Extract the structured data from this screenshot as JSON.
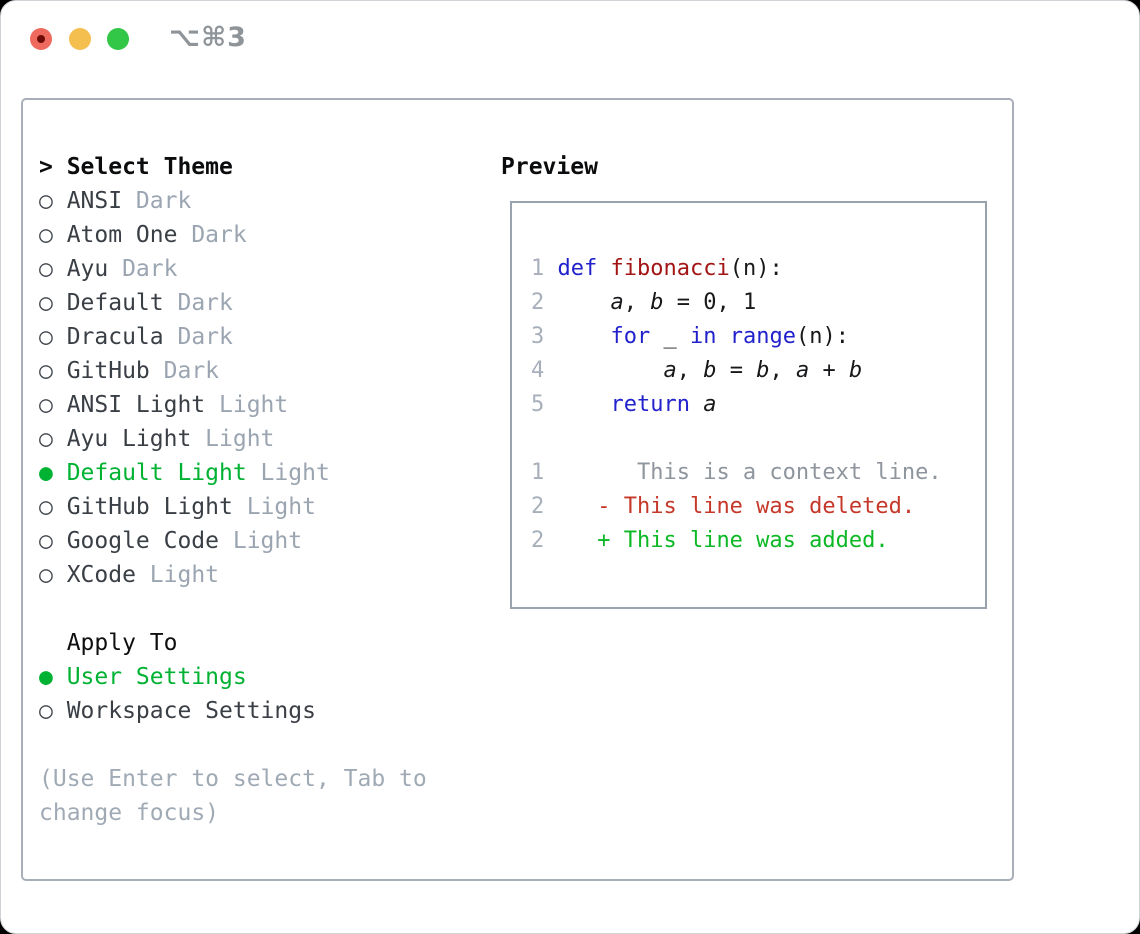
{
  "window": {
    "title": "⌥⌘3",
    "traffic_lights": [
      {
        "name": "close",
        "color": "#ee6a5f",
        "has_dot": true
      },
      {
        "name": "minimize",
        "color": "#f5bf4f",
        "has_dot": false
      },
      {
        "name": "zoom",
        "color": "#33c748",
        "has_dot": false
      }
    ]
  },
  "colors": {
    "selection_green": "#00b232",
    "diff_added_green": "#0cb825",
    "diff_deleted_red": "#c5382a",
    "keyword_blue": "#2222cc",
    "function_dark_red": "#a31515",
    "muted_gray": "#9ba5b1"
  },
  "theme_list": {
    "header_prefix": ">",
    "header": "Select Theme",
    "items": [
      {
        "name": "ANSI",
        "variant": "Dark",
        "selected": false
      },
      {
        "name": "Atom One",
        "variant": "Dark",
        "selected": false
      },
      {
        "name": "Ayu",
        "variant": "Dark",
        "selected": false
      },
      {
        "name": "Default",
        "variant": "Dark",
        "selected": false
      },
      {
        "name": "Dracula",
        "variant": "Dark",
        "selected": false
      },
      {
        "name": "GitHub",
        "variant": "Dark",
        "selected": false
      },
      {
        "name": "ANSI Light",
        "variant": "Light",
        "selected": false
      },
      {
        "name": "Ayu Light",
        "variant": "Light",
        "selected": false
      },
      {
        "name": "Default Light",
        "variant": "Light",
        "selected": true
      },
      {
        "name": "GitHub Light",
        "variant": "Light",
        "selected": false
      },
      {
        "name": "Google Code",
        "variant": "Light",
        "selected": false
      },
      {
        "name": "XCode",
        "variant": "Light",
        "selected": false
      }
    ]
  },
  "apply_to": {
    "header": "Apply To",
    "items": [
      {
        "label": "User Settings",
        "selected": true
      },
      {
        "label": "Workspace Settings",
        "selected": false
      }
    ]
  },
  "footer_hint": "(Use Enter to select, Tab to\nchange focus)",
  "preview": {
    "title": "Preview",
    "lines": [
      {
        "num": "1",
        "kind": "code",
        "segments": [
          [
            "kw",
            "def"
          ],
          [
            "pl",
            " "
          ],
          [
            "fn",
            "fibonacci"
          ],
          [
            "pl",
            "(n):"
          ]
        ]
      },
      {
        "num": "2",
        "kind": "code",
        "segments": [
          [
            "pl",
            "    "
          ],
          [
            "var",
            "a"
          ],
          [
            "pl",
            ", "
          ],
          [
            "var",
            "b"
          ],
          [
            "pl",
            " = 0, 1"
          ]
        ]
      },
      {
        "num": "3",
        "kind": "code",
        "segments": [
          [
            "pl",
            "    "
          ],
          [
            "kw",
            "for"
          ],
          [
            "pl",
            " _ "
          ],
          [
            "kw",
            "in"
          ],
          [
            "pl",
            " "
          ],
          [
            "kw",
            "range"
          ],
          [
            "pl",
            "(n):"
          ]
        ]
      },
      {
        "num": "4",
        "kind": "code",
        "segments": [
          [
            "pl",
            "        "
          ],
          [
            "var",
            "a"
          ],
          [
            "pl",
            ", "
          ],
          [
            "var",
            "b"
          ],
          [
            "pl",
            " = "
          ],
          [
            "var",
            "b"
          ],
          [
            "pl",
            ", "
          ],
          [
            "var",
            "a"
          ],
          [
            "pl",
            " + "
          ],
          [
            "var",
            "b"
          ]
        ]
      },
      {
        "num": "5",
        "kind": "code",
        "segments": [
          [
            "pl",
            "    "
          ],
          [
            "kw",
            "return"
          ],
          [
            "pl",
            " "
          ],
          [
            "var",
            "a"
          ]
        ]
      },
      {
        "num": "",
        "kind": "blank",
        "segments": []
      },
      {
        "num": "1",
        "kind": "context",
        "segments": [
          [
            "ctx",
            "      This is a context line."
          ]
        ]
      },
      {
        "num": "2",
        "kind": "deleted",
        "segments": [
          [
            "del",
            "   - This line was deleted."
          ]
        ]
      },
      {
        "num": "2",
        "kind": "added",
        "segments": [
          [
            "add",
            "   + This line was added."
          ]
        ]
      }
    ]
  }
}
